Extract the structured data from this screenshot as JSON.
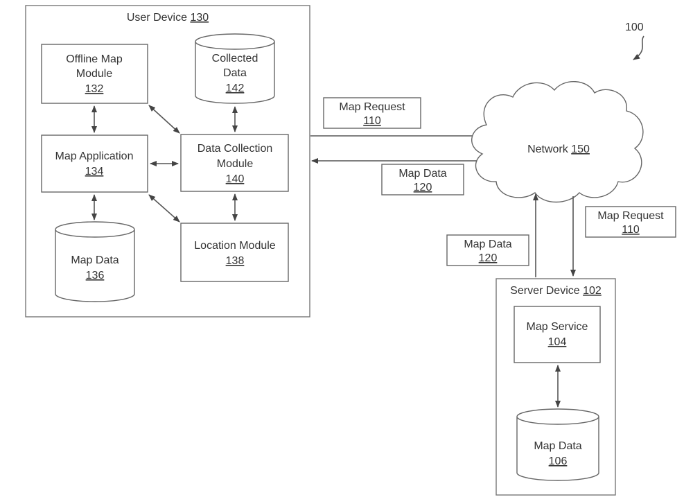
{
  "figure_number": "100",
  "user_device": {
    "label": "User Device",
    "ref": "130"
  },
  "offline_map_module": {
    "line1": "Offline Map",
    "line2": "Module",
    "ref": "132"
  },
  "collected_data": {
    "line1": "Collected",
    "line2": "Data",
    "ref": "142"
  },
  "map_application": {
    "label": "Map Application",
    "ref": "134"
  },
  "data_collection_module": {
    "line1": "Data Collection",
    "line2": "Module",
    "ref": "140"
  },
  "map_data_local": {
    "label": "Map Data",
    "ref": "136"
  },
  "location_module": {
    "label": "Location Module",
    "ref": "138"
  },
  "network": {
    "label": "Network",
    "ref": "150"
  },
  "msg_request_top": {
    "label": "Map Request",
    "ref": "110"
  },
  "msg_data_top": {
    "label": "Map Data",
    "ref": "120"
  },
  "msg_data_vertical": {
    "label": "Map Data",
    "ref": "120"
  },
  "msg_request_vertical": {
    "label": "Map Request",
    "ref": "110"
  },
  "server_device": {
    "label": "Server Device",
    "ref": "102"
  },
  "map_service": {
    "label": "Map Service",
    "ref": "104"
  },
  "map_data_server": {
    "label": "Map Data",
    "ref": "106"
  }
}
